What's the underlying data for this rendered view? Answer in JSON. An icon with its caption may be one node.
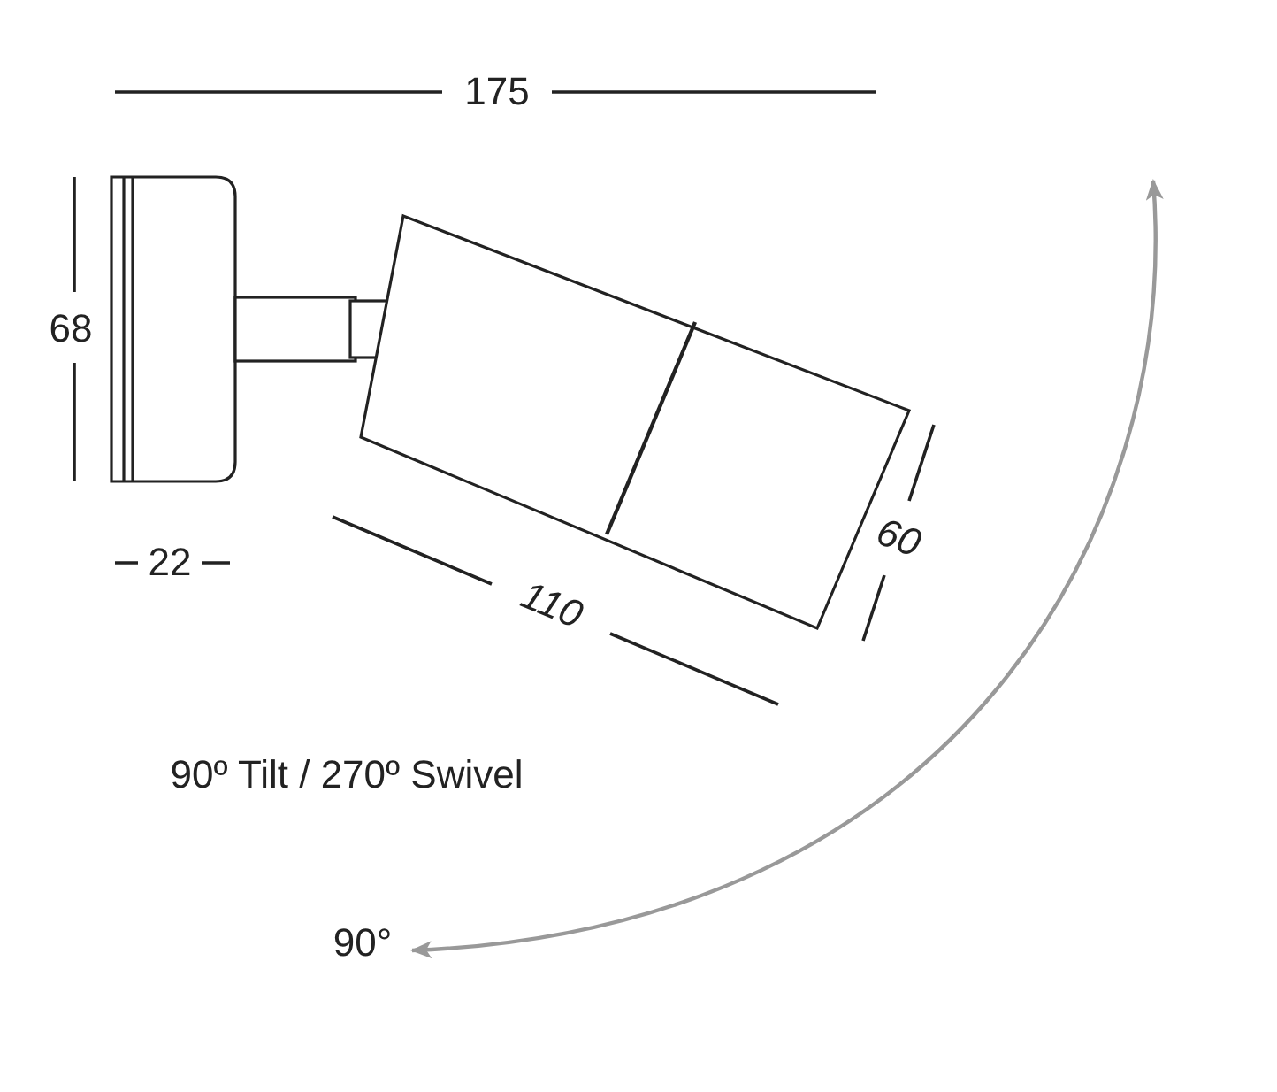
{
  "diagram": {
    "labels": [
      "175",
      "68",
      "22",
      "110",
      "60",
      "90º Tilt / 270º Swivel",
      "90°"
    ]
  }
}
